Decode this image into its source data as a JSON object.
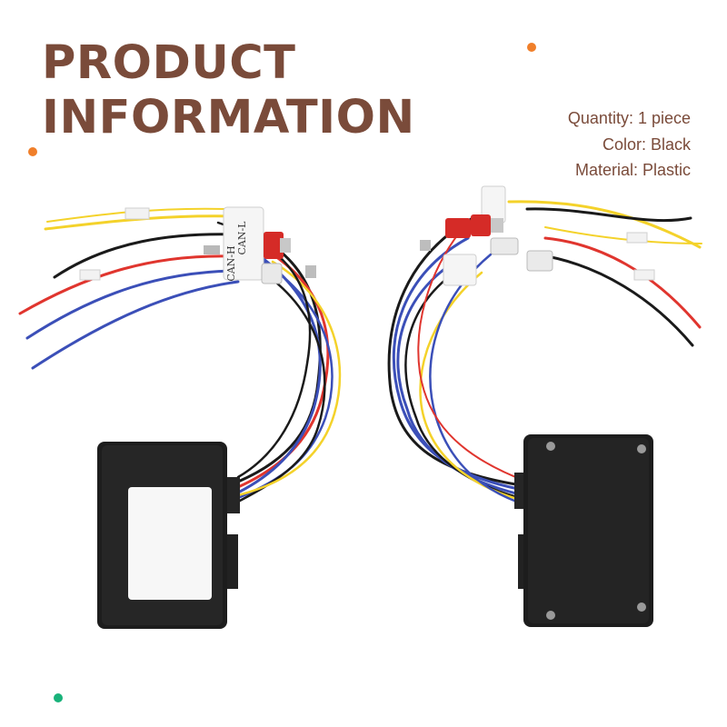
{
  "heading": {
    "line1": "PRODUCT",
    "line2": "INFORMATION"
  },
  "specs": {
    "quantity": "Quantity: 1 piece",
    "color": "Color: Black",
    "material": "Material: Plastic"
  },
  "wire_labels": {
    "can_h": "CAN-H",
    "can_l": "CAN-L"
  },
  "colors": {
    "accent_text": "#7a4b3a",
    "dot_orange": "#f07f2a",
    "dot_green": "#19b27a",
    "module_body": "#1d1d1d"
  },
  "icons": [
    "decor-dot-orange",
    "decor-dot-orange",
    "decor-dot-green"
  ]
}
